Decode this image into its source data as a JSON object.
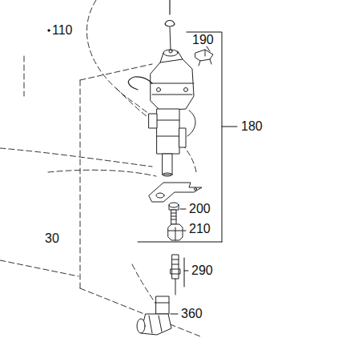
{
  "diagram": {
    "labels": [
      "110",
      "190",
      "180",
      "200",
      "210",
      "30",
      "290",
      "360"
    ]
  }
}
